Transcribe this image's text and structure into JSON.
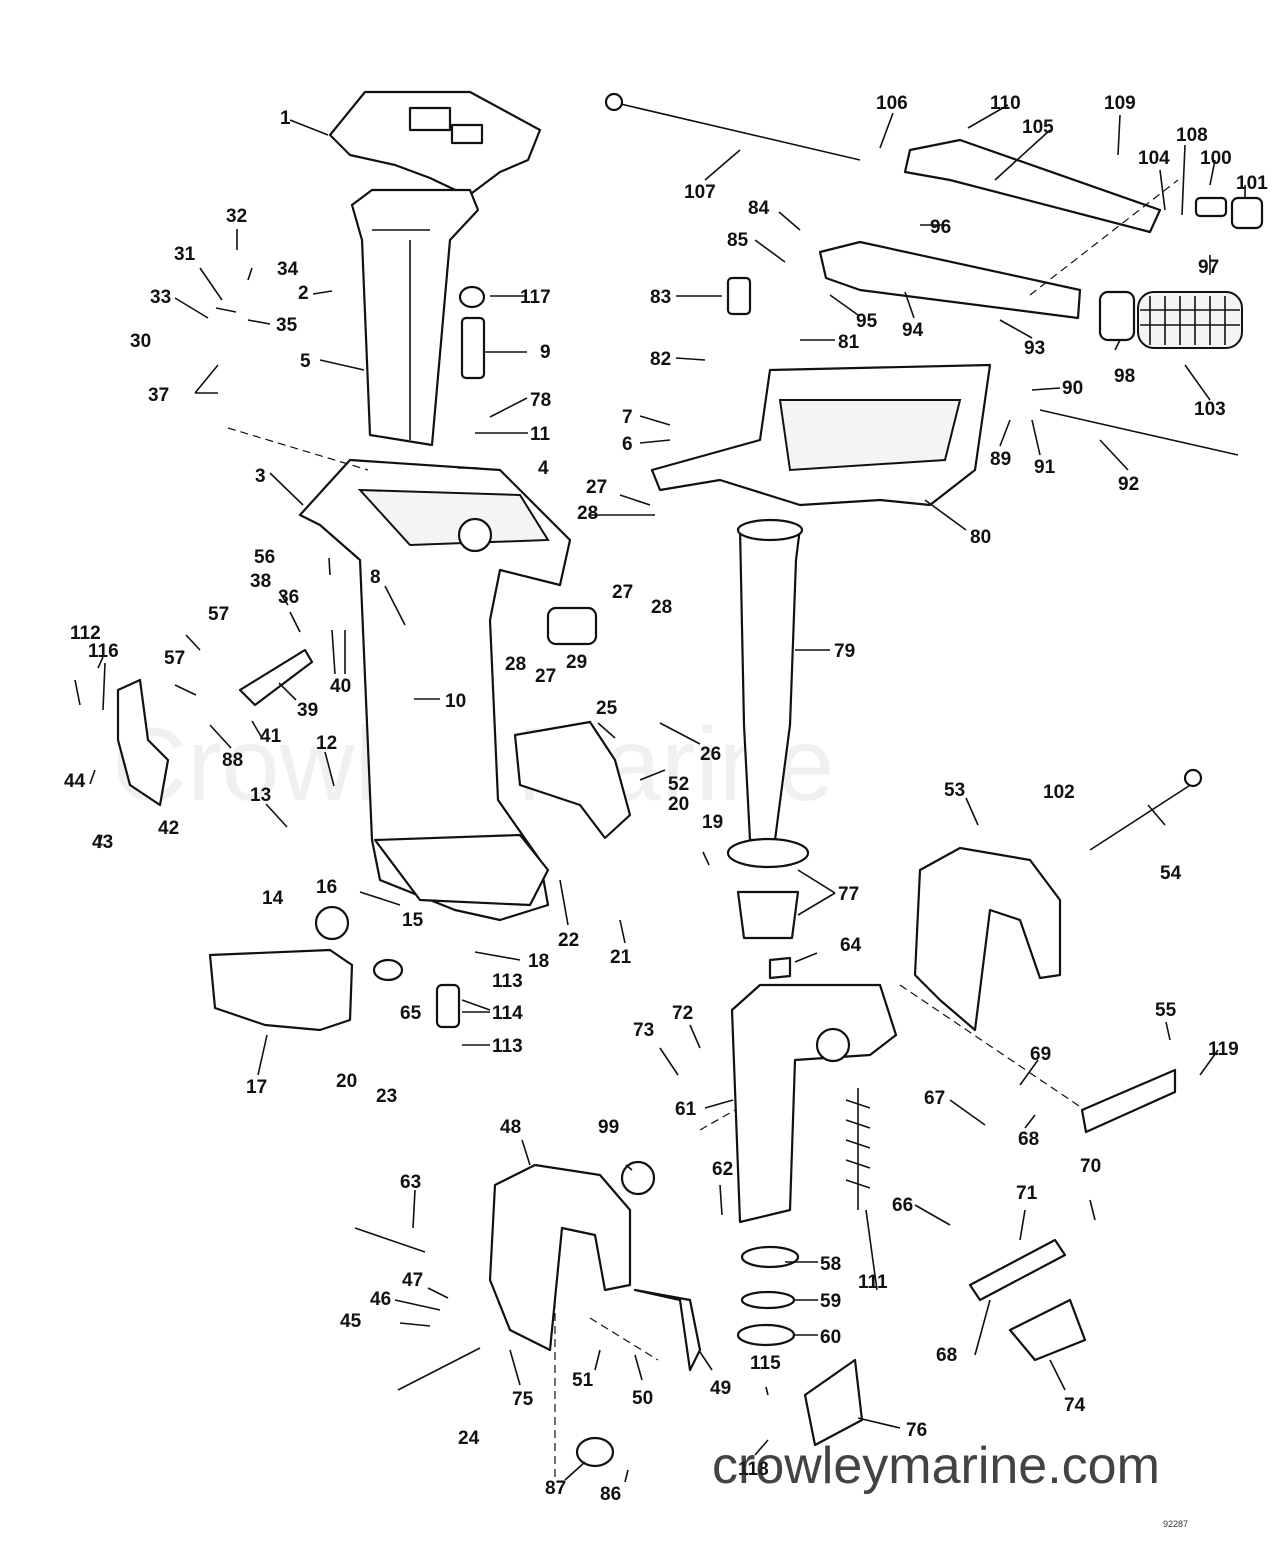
{
  "watermark": "Crowley Marine",
  "website": "crowleymarine.com",
  "drawing_number": "92287",
  "callouts": [
    {
      "id": "c1",
      "label": "1"
    },
    {
      "id": "c2",
      "label": "2"
    },
    {
      "id": "c3",
      "label": "3"
    },
    {
      "id": "c4",
      "label": "4"
    },
    {
      "id": "c5",
      "label": "5"
    },
    {
      "id": "c6",
      "label": "6"
    },
    {
      "id": "c7",
      "label": "7"
    },
    {
      "id": "c8",
      "label": "8"
    },
    {
      "id": "c9",
      "label": "9"
    },
    {
      "id": "c10",
      "label": "10"
    },
    {
      "id": "c11",
      "label": "11"
    },
    {
      "id": "c12",
      "label": "12"
    },
    {
      "id": "c13",
      "label": "13"
    },
    {
      "id": "c14",
      "label": "14"
    },
    {
      "id": "c15",
      "label": "15"
    },
    {
      "id": "c16",
      "label": "16"
    },
    {
      "id": "c17",
      "label": "17"
    },
    {
      "id": "c18",
      "label": "18"
    },
    {
      "id": "c19",
      "label": "19"
    },
    {
      "id": "c20a",
      "label": "20"
    },
    {
      "id": "c20b",
      "label": "20"
    },
    {
      "id": "c21",
      "label": "21"
    },
    {
      "id": "c22",
      "label": "22"
    },
    {
      "id": "c23",
      "label": "23"
    },
    {
      "id": "c24",
      "label": "24"
    },
    {
      "id": "c25",
      "label": "25"
    },
    {
      "id": "c26",
      "label": "26"
    },
    {
      "id": "c27a",
      "label": "27"
    },
    {
      "id": "c27b",
      "label": "27"
    },
    {
      "id": "c27c",
      "label": "27"
    },
    {
      "id": "c28a",
      "label": "28"
    },
    {
      "id": "c28b",
      "label": "28"
    },
    {
      "id": "c28c",
      "label": "28"
    },
    {
      "id": "c29",
      "label": "29"
    },
    {
      "id": "c30",
      "label": "30"
    },
    {
      "id": "c31",
      "label": "31"
    },
    {
      "id": "c32",
      "label": "32"
    },
    {
      "id": "c33",
      "label": "33"
    },
    {
      "id": "c34",
      "label": "34"
    },
    {
      "id": "c35",
      "label": "35"
    },
    {
      "id": "c36",
      "label": "36"
    },
    {
      "id": "c37",
      "label": "37"
    },
    {
      "id": "c38",
      "label": "38"
    },
    {
      "id": "c39",
      "label": "39"
    },
    {
      "id": "c40",
      "label": "40"
    },
    {
      "id": "c41",
      "label": "41"
    },
    {
      "id": "c42",
      "label": "42"
    },
    {
      "id": "c43",
      "label": "43"
    },
    {
      "id": "c44",
      "label": "44"
    },
    {
      "id": "c45",
      "label": "45"
    },
    {
      "id": "c46",
      "label": "46"
    },
    {
      "id": "c47",
      "label": "47"
    },
    {
      "id": "c48",
      "label": "48"
    },
    {
      "id": "c49",
      "label": "49"
    },
    {
      "id": "c50",
      "label": "50"
    },
    {
      "id": "c51",
      "label": "51"
    },
    {
      "id": "c52",
      "label": "52"
    },
    {
      "id": "c53",
      "label": "53"
    },
    {
      "id": "c54",
      "label": "54"
    },
    {
      "id": "c55",
      "label": "55"
    },
    {
      "id": "c56",
      "label": "56"
    },
    {
      "id": "c57a",
      "label": "57"
    },
    {
      "id": "c57b",
      "label": "57"
    },
    {
      "id": "c58",
      "label": "58"
    },
    {
      "id": "c59",
      "label": "59"
    },
    {
      "id": "c60",
      "label": "60"
    },
    {
      "id": "c61",
      "label": "61"
    },
    {
      "id": "c62",
      "label": "62"
    },
    {
      "id": "c63",
      "label": "63"
    },
    {
      "id": "c64",
      "label": "64"
    },
    {
      "id": "c65",
      "label": "65"
    },
    {
      "id": "c66",
      "label": "66"
    },
    {
      "id": "c67",
      "label": "67"
    },
    {
      "id": "c68a",
      "label": "68"
    },
    {
      "id": "c68b",
      "label": "68"
    },
    {
      "id": "c69",
      "label": "69"
    },
    {
      "id": "c70",
      "label": "70"
    },
    {
      "id": "c71",
      "label": "71"
    },
    {
      "id": "c72",
      "label": "72"
    },
    {
      "id": "c73",
      "label": "73"
    },
    {
      "id": "c74",
      "label": "74"
    },
    {
      "id": "c75",
      "label": "75"
    },
    {
      "id": "c76",
      "label": "76"
    },
    {
      "id": "c77",
      "label": "77"
    },
    {
      "id": "c78",
      "label": "78"
    },
    {
      "id": "c79",
      "label": "79"
    },
    {
      "id": "c80",
      "label": "80"
    },
    {
      "id": "c81",
      "label": "81"
    },
    {
      "id": "c82",
      "label": "82"
    },
    {
      "id": "c83",
      "label": "83"
    },
    {
      "id": "c84",
      "label": "84"
    },
    {
      "id": "c85",
      "label": "85"
    },
    {
      "id": "c86",
      "label": "86"
    },
    {
      "id": "c87",
      "label": "87"
    },
    {
      "id": "c88",
      "label": "88"
    },
    {
      "id": "c89",
      "label": "89"
    },
    {
      "id": "c90",
      "label": "90"
    },
    {
      "id": "c91",
      "label": "91"
    },
    {
      "id": "c92",
      "label": "92"
    },
    {
      "id": "c93",
      "label": "93"
    },
    {
      "id": "c94",
      "label": "94"
    },
    {
      "id": "c95",
      "label": "95"
    },
    {
      "id": "c96",
      "label": "96"
    },
    {
      "id": "c97",
      "label": "97"
    },
    {
      "id": "c98",
      "label": "98"
    },
    {
      "id": "c99",
      "label": "99"
    },
    {
      "id": "c100",
      "label": "100"
    },
    {
      "id": "c101",
      "label": "101"
    },
    {
      "id": "c102",
      "label": "102"
    },
    {
      "id": "c103",
      "label": "103"
    },
    {
      "id": "c104",
      "label": "104"
    },
    {
      "id": "c105",
      "label": "105"
    },
    {
      "id": "c106",
      "label": "106"
    },
    {
      "id": "c107",
      "label": "107"
    },
    {
      "id": "c108",
      "label": "108"
    },
    {
      "id": "c109",
      "label": "109"
    },
    {
      "id": "c110",
      "label": "110"
    },
    {
      "id": "c111",
      "label": "111"
    },
    {
      "id": "c112",
      "label": "112"
    },
    {
      "id": "c113a",
      "label": "113"
    },
    {
      "id": "c113b",
      "label": "113"
    },
    {
      "id": "c114",
      "label": "114"
    },
    {
      "id": "c115",
      "label": "115"
    },
    {
      "id": "c116",
      "label": "116"
    },
    {
      "id": "c117",
      "label": "117"
    },
    {
      "id": "c118",
      "label": "118"
    },
    {
      "id": "c119",
      "label": "119"
    }
  ]
}
